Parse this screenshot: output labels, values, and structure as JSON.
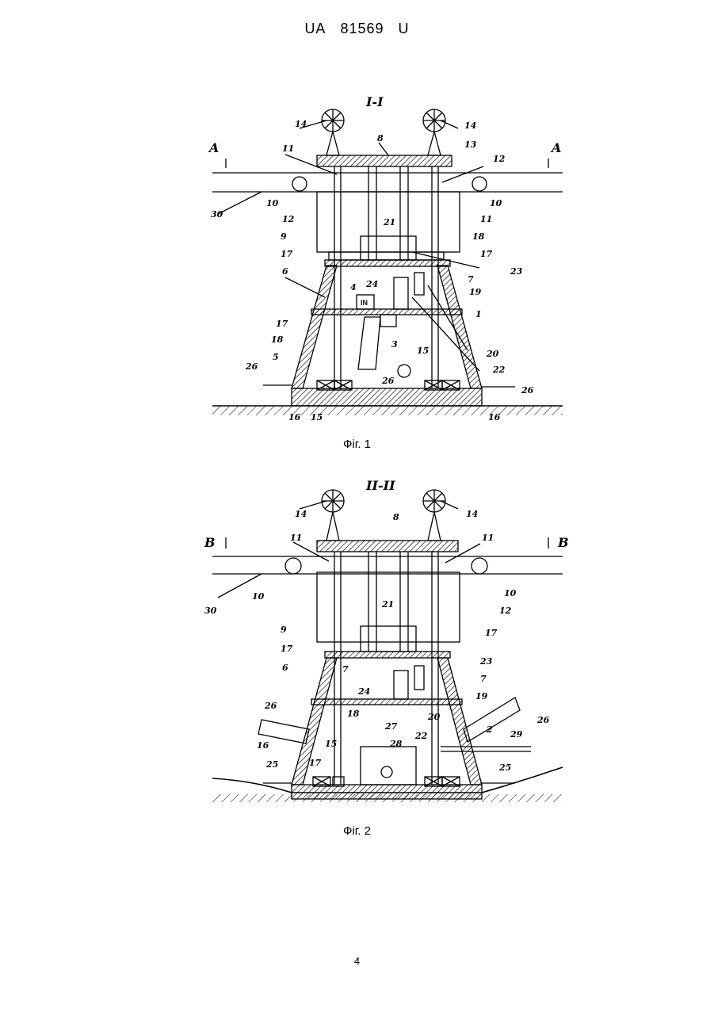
{
  "header": {
    "country": "UA",
    "number": "81569",
    "kind": "U"
  },
  "figures": [
    {
      "section": "I-I",
      "caption": "Фіг. 1",
      "cut_left": "A",
      "cut_right": "A",
      "inner_label": "IN",
      "labels": [
        "14",
        "14",
        "8",
        "13",
        "11",
        "12",
        "10",
        "10",
        "12",
        "11",
        "30",
        "9",
        "18",
        "21",
        "17",
        "17",
        "23",
        "6",
        "7",
        "24",
        "4",
        "19",
        "1",
        "17",
        "18",
        "3",
        "20",
        "15",
        "22",
        "26",
        "5",
        "26",
        "26",
        "16",
        "15",
        "16"
      ]
    },
    {
      "section": "II-II",
      "caption": "Фіг. 2",
      "cut_left": "B",
      "cut_right": "B",
      "labels": [
        "14",
        "14",
        "8",
        "11",
        "11",
        "10",
        "10",
        "12",
        "30",
        "9",
        "21",
        "17",
        "17",
        "23",
        "7",
        "6",
        "24",
        "7",
        "19",
        "20",
        "22",
        "18",
        "26",
        "26",
        "27",
        "28",
        "29",
        "2",
        "16",
        "15",
        "17",
        "25",
        "25"
      ]
    }
  ],
  "page_number": "4"
}
